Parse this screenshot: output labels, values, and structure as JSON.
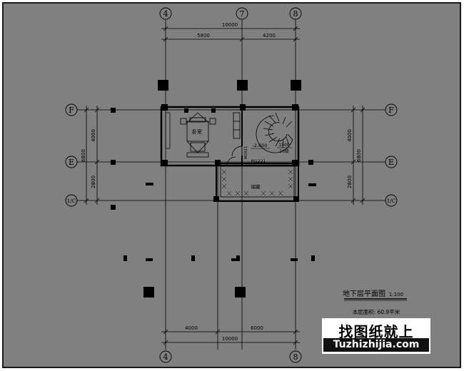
{
  "plan": {
    "title": "地下层平面图",
    "scale": "1:100",
    "area_note": "本层面积: 60.9平米",
    "axes": {
      "col_4": "4",
      "col_7": "7",
      "col_8": "8",
      "row_F": "F",
      "row_E": "E",
      "row_1C": "1/C"
    },
    "dims": {
      "top_total": "10000",
      "top_seg1": "5800",
      "top_seg2": "4200",
      "bottom_total": "10000",
      "bottom_seg1": "4000",
      "bottom_seg2": "6000",
      "left_total": "6800",
      "left_seg1": "4000",
      "left_seg2": "2800",
      "right_total": "6800",
      "right_seg1": "4000",
      "right_seg2": "2800"
    },
    "rooms": {
      "bedroom": "卧室",
      "storage": "储藏"
    },
    "labels": {
      "level": "-2.600",
      "door_m": "M1221",
      "door_side": "M0921",
      "stair_width": "1500",
      "stair_steps": "16级"
    }
  },
  "watermark": {
    "cn": "找图纸就上",
    "en": "Tuzhizhijia.com"
  },
  "colors": {
    "background": "#808080",
    "line": "#000000",
    "frame": "#1a1a1a"
  }
}
